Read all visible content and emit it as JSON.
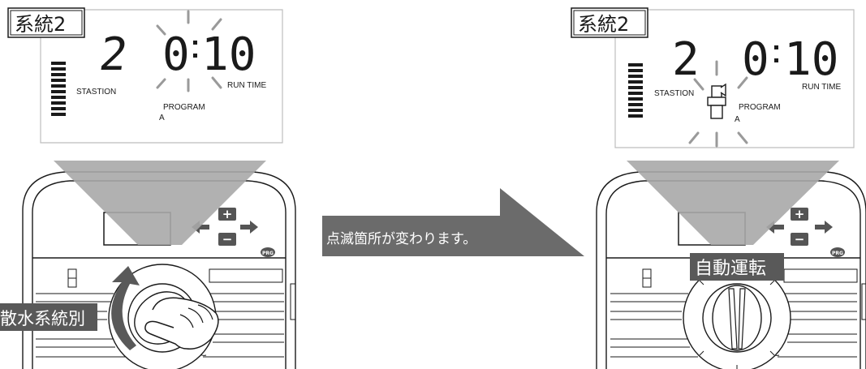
{
  "left_panel": {
    "tag": "系統2",
    "station_digit": "2",
    "time_hours": "0",
    "time_minutes": "10",
    "station_label": "STASTION",
    "run_time_label": "RUN TIME",
    "program_label": "PROGRAM",
    "program_value": "A",
    "dial_caption": "散水系統別",
    "prg_button": "PRG",
    "plus_button": "+",
    "minus_button": "−"
  },
  "middle": {
    "arrow_caption": "点滅箇所が変わります。"
  },
  "right_panel": {
    "tag": "系統2",
    "station_digit": "2",
    "time_hours": "0",
    "time_minutes": "10",
    "station_label": "STASTION",
    "run_time_label": "RUN TIME",
    "program_label": "PROGRAM",
    "program_value": "A",
    "dial_caption": "自動運転",
    "prg_button": "PRG",
    "plus_button": "+",
    "minus_button": "−"
  },
  "colors": {
    "lcd_border": "#bdbdbd",
    "funnel": "#a8a8a8",
    "arrow": "#6b6b6b",
    "caption_bg": "#595959",
    "ink": "#1a1a1a"
  }
}
